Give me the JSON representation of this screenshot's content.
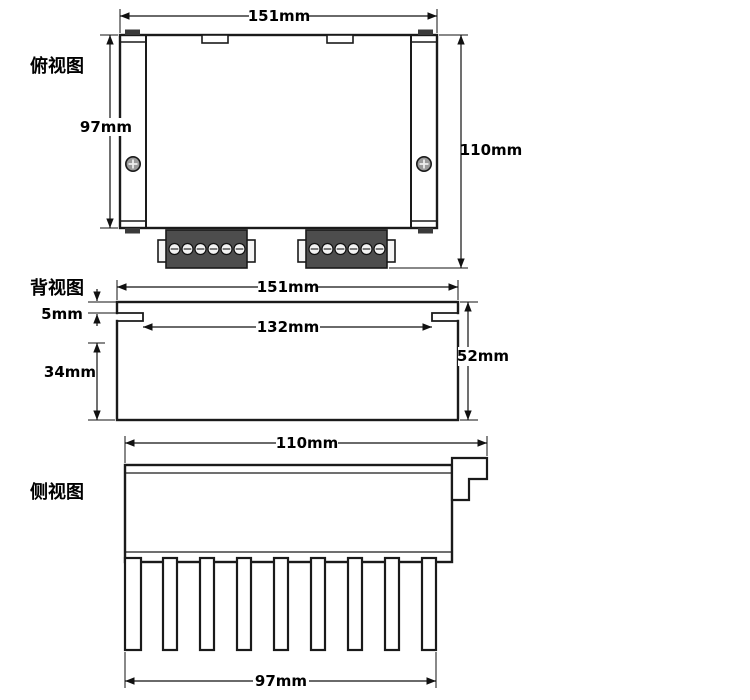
{
  "page": {
    "background": "#ffffff",
    "line_color": "#1a1a1a"
  },
  "views": {
    "top": {
      "label": "俯视图",
      "dim_width": "151mm",
      "dim_body_height": "97mm",
      "dim_total_height": "110mm"
    },
    "back": {
      "label": "背视图",
      "dim_width": "151mm",
      "dim_inner_width": "132mm",
      "dim_lip_height": "5mm",
      "dim_lower_height": "34mm",
      "dim_height": "52mm"
    },
    "side": {
      "label": "侧视图",
      "dim_width": "110mm",
      "dim_fin_span": "97mm"
    }
  }
}
